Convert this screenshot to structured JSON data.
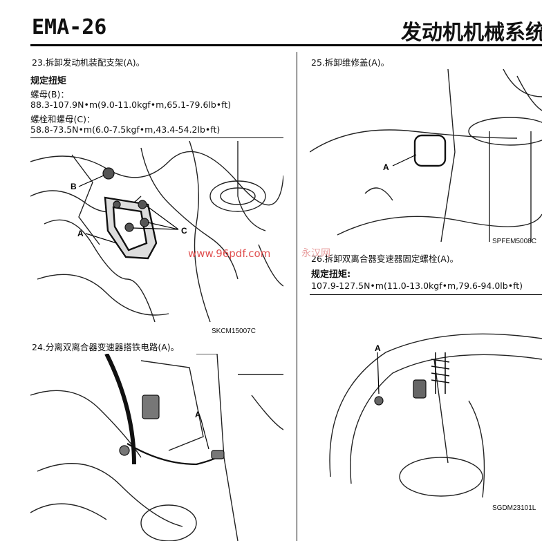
{
  "header": {
    "section": "EMA-26",
    "title": "发动机机械系统"
  },
  "left": {
    "step23": "23.拆卸发动机装配支架(A)。",
    "torque_heading": "规定扭矩",
    "nut_label": "螺母(B)：",
    "nut_value": "88.3-107.9N•m(9.0-11.0kgf•m,65.1-79.6lb•ft)",
    "bolt_nut_label": "螺栓和螺母(C)：",
    "bolt_nut_value": "58.8-73.5N•m(6.0-7.5kgf•m,43.4-54.2lb•ft)",
    "fig1": {
      "labels": [
        "A",
        "B",
        "C"
      ],
      "caption": "SKCM15007C"
    },
    "step24": "24.分离双离合器变速器搭铁电路(A)。",
    "fig2": {
      "labels": [
        "A"
      ]
    }
  },
  "right": {
    "step25": "25.拆卸维修盖(A)。",
    "fig3": {
      "labels": [
        "A"
      ],
      "caption": "SPFEM5008C"
    },
    "step26": "26.拆卸双离合器变速器固定螺栓(A)。",
    "torque_heading": "规定扭矩:",
    "torque_value": "107.9-127.5N•m(11.0-13.0kgf•m,79.6-94.0lb•ft)",
    "fig4": {
      "labels": [
        "A"
      ],
      "caption": "SGDM23101L"
    }
  },
  "watermark": {
    "url": "www.96pdf.com",
    "text": "永汉网"
  }
}
